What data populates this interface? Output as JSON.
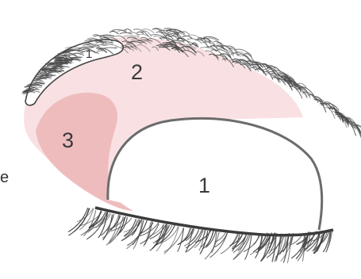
{
  "labels": {
    "brow_highlight": "1",
    "crease": "2",
    "outer_v": "3",
    "lid": "1",
    "edge_letter": "e"
  },
  "colors": {
    "crease_pink": "#f9e1e3",
    "outer_v_pink": "#efbcbe",
    "brow": "#4a4a4a",
    "lash": "#3c3c3c",
    "lid_outline": "#6c6c6c"
  }
}
